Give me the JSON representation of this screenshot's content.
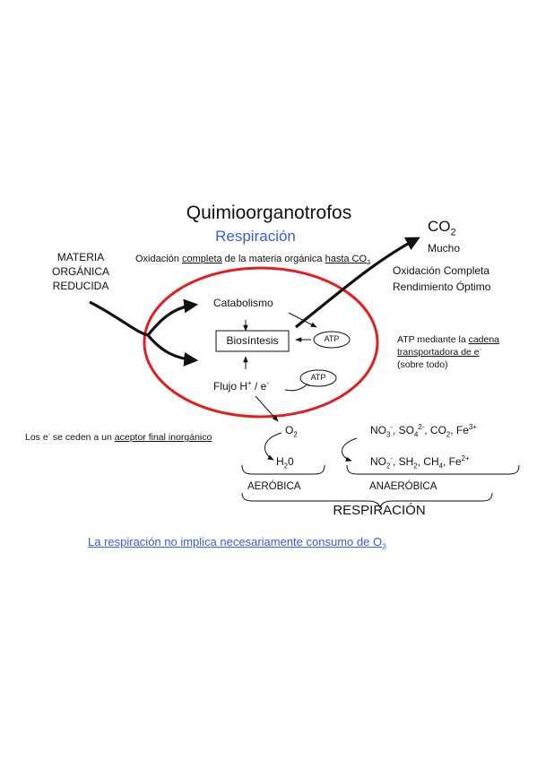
{
  "title": "Quimioorganotrofos",
  "subtitle": "Respiración",
  "source": {
    "line1": "MATERIA",
    "line2": "ORGÁNICA",
    "line3": "REDUCIDA"
  },
  "oxidation": {
    "pre": "Oxidación ",
    "completa": "completa",
    "mid": " de la materia orgánica ",
    "hasta": "hasta CO",
    "sub": "2"
  },
  "product": {
    "co": "CO",
    "sub": "2",
    "amount": "Mucho",
    "line1": "Oxidación Completa",
    "line2": "Rendimiento Óptimo"
  },
  "cell": {
    "catabolism": "Catabolismo",
    "biosynthesis": "Biosíntesis",
    "flux": "Flujo  H",
    "flux_sup": "+",
    "flux_rest": " / e",
    "flux_sup2": "-",
    "atp1": "ATP",
    "atp2": "ATP"
  },
  "atp_note": {
    "line1_pre": "ATP mediante la ",
    "line1_u": "cadena",
    "line2_u": "transportadora de e",
    "line2_sup": "-",
    "line3": "(sobre todo)"
  },
  "acceptor": {
    "pre": "Los e",
    "sup": "-",
    "mid": " se ceden a un ",
    "u": "aceptor final inorgánico"
  },
  "aerobic": {
    "o": "O",
    "o_sub": "2",
    "h": "H",
    "h_sub": "2",
    "h_rest": "0",
    "label": "AERÓBICA"
  },
  "anaerobic": {
    "row1": {
      "a": "NO",
      "a_sub": "3",
      "a_sup": "-",
      "b": ", SO",
      "b_sub": "4",
      "b_sup": "2-",
      "c": ", CO",
      "c_sub": "2",
      "d": ", Fe",
      "d_sup": "3+"
    },
    "row2": {
      "a": "NO",
      "a_sub": "2",
      "a_sup": "-",
      "b": ", SH",
      "b_sub": "2",
      "c": ", CH",
      "c_sub": "4",
      "d": ", Fe",
      "d_sup": "2+"
    },
    "label": "ANAERÓBICA"
  },
  "respiracion": "RESPIRACIÓN",
  "footer": {
    "text": "La respiración no implica necesariamente consumo de O",
    "sub": "2"
  },
  "colors": {
    "ellipse": "#e02020",
    "accent": "#3b5bd6",
    "text": "#111111"
  }
}
